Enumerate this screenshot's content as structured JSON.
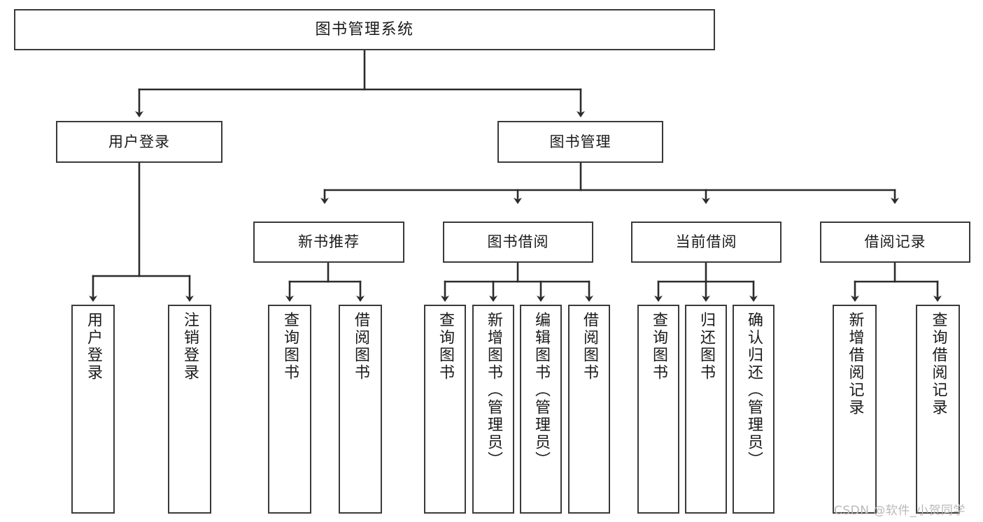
{
  "diagram": {
    "title": "图书管理系统",
    "type": "hierarchy-tree",
    "theme": {
      "background": "#ffffff",
      "box_border": "#3a3a3a",
      "box_fill": "#ffffff",
      "connector": "#2b2b2b",
      "text": "#1a1a1a",
      "watermark": "#b9b9b9"
    },
    "levels": {
      "root": "图书管理系统",
      "level2": [
        "用户登录",
        "图书管理"
      ],
      "level3": [
        "新书推荐",
        "图书借阅",
        "当前借阅",
        "借阅记录"
      ],
      "level4": [
        "用户登录",
        "注销登录",
        "查询图书",
        "借阅图书",
        "查询图书",
        "新增图书（管理员）",
        "编辑图书（管理员）",
        "借阅图书",
        "查询图书",
        "归还图书",
        "确认归还（管理员）",
        "新增借阅记录",
        "查询借阅记录"
      ]
    },
    "nodes": {
      "root": {
        "label": "图书管理系统"
      },
      "user_login": {
        "label": "用户登录"
      },
      "book_manage": {
        "label": "图书管理"
      },
      "new_book_rec": {
        "label": "新书推荐"
      },
      "book_borrow": {
        "label": "图书借阅"
      },
      "current_borrow": {
        "label": "当前借阅"
      },
      "borrow_record": {
        "label": "借阅记录"
      },
      "leaf_user_login": {
        "label": "用户登录"
      },
      "leaf_logout": {
        "label": "注销登录"
      },
      "leaf_query_book_1": {
        "label": "查询图书"
      },
      "leaf_borrow_book_1": {
        "label": "借阅图书"
      },
      "leaf_query_book_2": {
        "label": "查询图书"
      },
      "leaf_add_book": {
        "label": "新增图书（管理员）"
      },
      "leaf_edit_book": {
        "label": "编辑图书（管理员）"
      },
      "leaf_borrow_book_2": {
        "label": "借阅图书"
      },
      "leaf_query_book_3": {
        "label": "查询图书"
      },
      "leaf_return_book": {
        "label": "归还图书"
      },
      "leaf_confirm_return": {
        "label": "确认归还（管理员）"
      },
      "leaf_add_record": {
        "label": "新增借阅记录"
      },
      "leaf_query_record": {
        "label": "查询借阅记录"
      }
    },
    "watermark": "CSDN @软件_小贺同学"
  }
}
